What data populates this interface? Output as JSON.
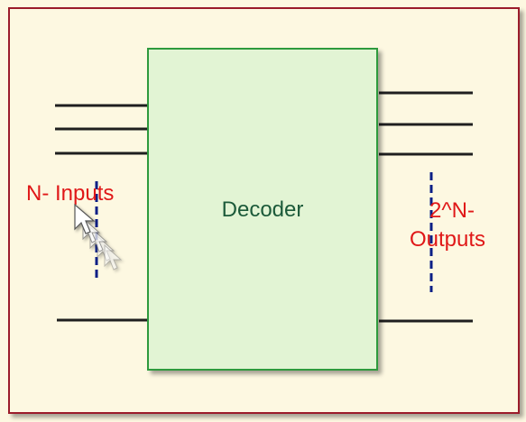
{
  "diagram": {
    "block_label": "Decoder",
    "inputs_label": "N- Inputs",
    "outputs_label_line1": "2^N-",
    "outputs_label_line2": "Outputs"
  },
  "colors": {
    "background": "#fdf8e1",
    "frame": "#9b1c2b",
    "block_fill": "#e2f4d4",
    "block_stroke": "#2e9a3c",
    "block_text": "#1c5a3a",
    "wire": "#1f1f1f",
    "label": "#e01818",
    "dash": "#0b1f86"
  },
  "icons": {
    "cursor": "mouse-pointer-trail-icon"
  }
}
